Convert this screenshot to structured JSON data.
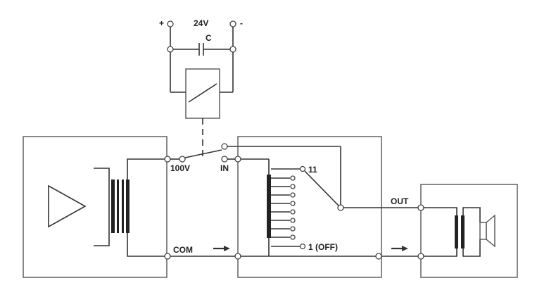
{
  "diagram": {
    "labels": {
      "plus": "+",
      "voltage": "24V",
      "minus": "-",
      "capacitor": "C",
      "v100": "100V",
      "in": "IN",
      "tap_top": "11",
      "tap_bottom": "1 (OFF)",
      "out": "OUT",
      "com": "COM"
    },
    "colors": {
      "line": "#333333",
      "core": "#222222",
      "background": "#ffffff"
    }
  }
}
